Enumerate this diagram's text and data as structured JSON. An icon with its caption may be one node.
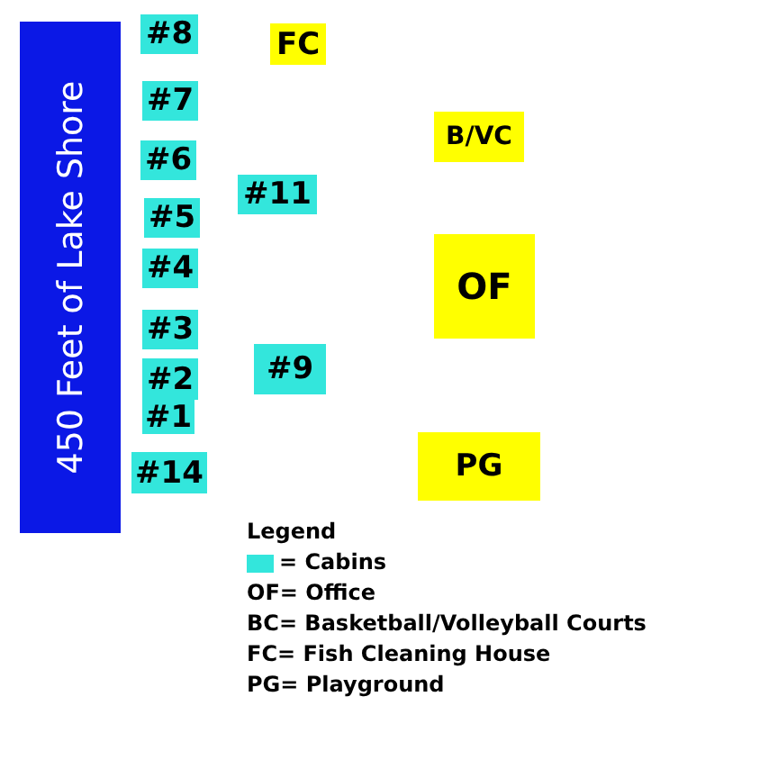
{
  "diagram": {
    "nodes": [
      {
        "text": [
          "450 Feet of Lake Shore"
        ]
      },
      {
        "text": [
          "#8"
        ]
      },
      {
        "text": [
          "FC"
        ]
      },
      {
        "text": [
          "#7"
        ]
      },
      {
        "text": [
          "B/VC"
        ]
      },
      {
        "text": [
          "#6"
        ]
      },
      {
        "text": [
          "#11"
        ]
      },
      {
        "text": [
          "#5"
        ]
      },
      {
        "text": [
          "#4"
        ]
      },
      {
        "text": [
          "OF"
        ]
      },
      {
        "text": [
          "#3"
        ]
      },
      {
        "text": [
          "#9"
        ]
      },
      {
        "text": [
          "#2"
        ]
      },
      {
        "text": [
          "#1"
        ]
      },
      {
        "text": [
          "#14"
        ]
      },
      {
        "text": [
          "PG"
        ]
      }
    ],
    "labels": [
      "Legend"
    ],
    "legend": [
      {
        "text": "= Cabins",
        "color": "#33e6dc"
      },
      {
        "text": "OF= Office"
      },
      {
        "text": "BC= Basketball/Volleyball Courts"
      },
      {
        "text": "FC= Fish Cleaning House"
      },
      {
        "text": "PG= Playground"
      }
    ]
  }
}
